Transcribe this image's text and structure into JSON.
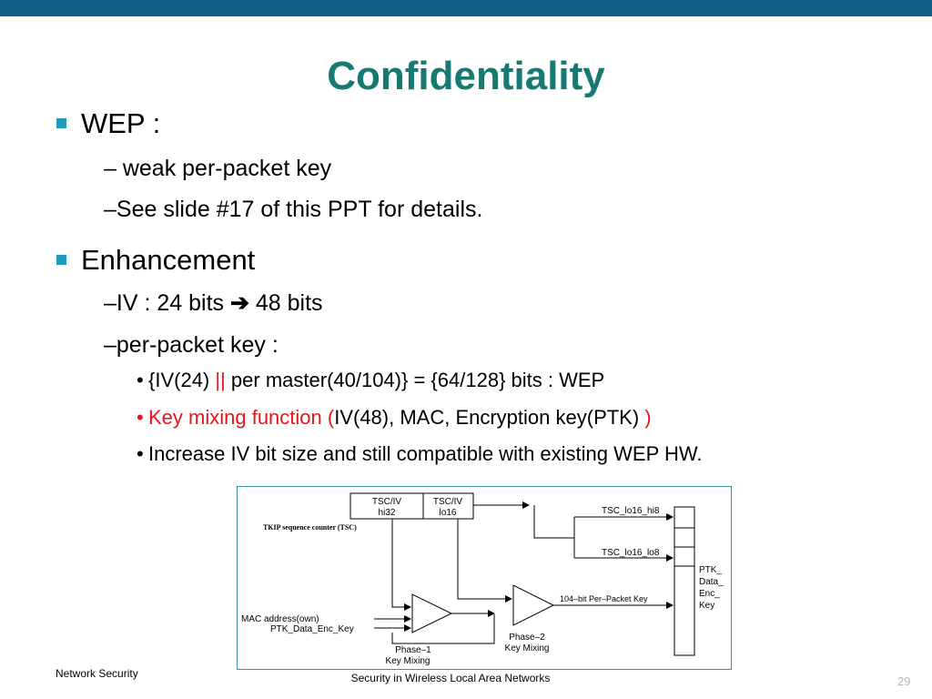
{
  "slide": {
    "title": "Confidentiality",
    "bullets": [
      {
        "text": "WEP :",
        "sub": [
          {
            "text": "– weak per-packet key"
          },
          {
            "text": "–See slide #17 of this PPT for details."
          }
        ]
      },
      {
        "text": "Enhancement",
        "sub": [
          {
            "a": "–IV : 24 bits ",
            "arrow": "➔",
            "b": " 48 bits"
          },
          {
            "text": "–per-packet key :"
          }
        ],
        "subsub": [
          {
            "bullet": "•",
            "a": "{IV(24) ",
            "pipes": "||",
            "b": " per master(40/104)} = {64/128} bits : WEP"
          },
          {
            "bullet": "•",
            "a": "Key mixing function (",
            "b": "IV(48), MAC, Encryption key(PTK) ",
            "c": ")"
          },
          {
            "bullet": "•",
            "a": "Increase IV bit size and still compatible with existing WEP HW."
          }
        ]
      }
    ],
    "footer_left": "Network Security",
    "footer_center": "Security  in  Wireless  Local  Area Networks",
    "page_number": "29"
  },
  "diagram": {
    "tsc_hi": [
      "TSC/IV",
      "hi32"
    ],
    "tsc_lo": [
      "TSC/IV",
      "lo16"
    ],
    "caption": "TKIP sequence counter (TSC)",
    "mac_input": "MAC  address(own)",
    "ptk_input": "PTK_Data_Enc_Key",
    "phase1": [
      "Phase–1",
      "Key  Mixing"
    ],
    "phase2": [
      "Phase–2",
      "Key  Mixing"
    ],
    "per_packet_key": "104–bit  Per–Packet  Key",
    "out_hi8": "TSC_lo16_hi8",
    "out_lo8": "TSC_lo16_lo8",
    "ptk_block": [
      "PTK_",
      "Data_",
      "Enc_",
      "Key"
    ]
  },
  "colors": {
    "topbar": "#0f5f87",
    "title": "#167a72",
    "bullet_square": "#1f9bbf",
    "highlight_red": "#e8141a"
  }
}
